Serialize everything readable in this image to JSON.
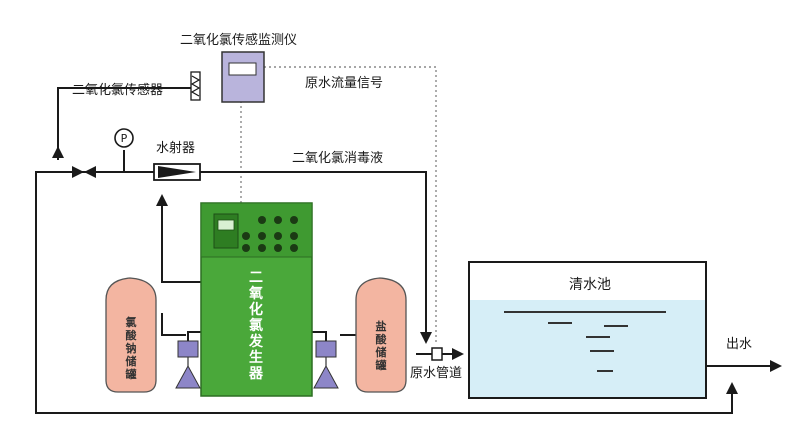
{
  "labels": {
    "monitor": "二氧化氯传感监测仪",
    "sensor": "二氧化氯传感器",
    "flow_signal": "原水流量信号",
    "ejector": "水射器",
    "disinfectant": "二氧化氯消毒液",
    "pressure_gauge": "P",
    "generator": [
      "二",
      "氧",
      "化",
      "氯",
      "发",
      "生",
      "器"
    ],
    "tank_left": [
      "氯",
      "酸",
      "钠",
      "储",
      "罐"
    ],
    "tank_right": [
      "盐",
      "酸",
      "储",
      "罐"
    ],
    "raw_pipe": "原水管道",
    "clear_pool": "清水池",
    "outlet": "出水"
  },
  "colors": {
    "line": "#1a1a1a",
    "dotted": "#888888",
    "tank_fill": "#f3b5a1",
    "tank_stroke": "#555555",
    "generator_fill": "#4aa83a",
    "generator_stroke": "#2c6e22",
    "monitor_fill": "#b9b4dc",
    "pump_fill": "#8d86c8",
    "water": "#d6eef7"
  }
}
